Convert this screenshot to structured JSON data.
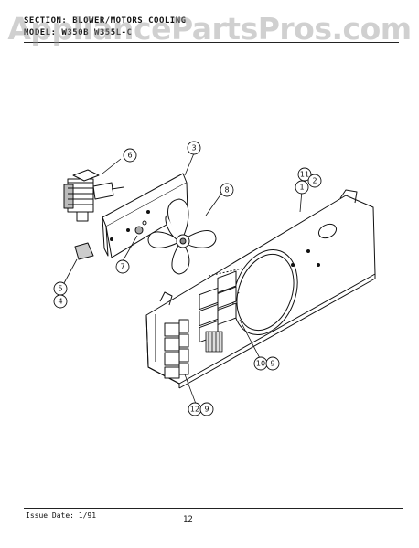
{
  "header": {
    "section_line": "SECTION:  BLOWER/MOTORS   COOLING",
    "model_line": "MODEL:  W350B   W355L-C"
  },
  "watermark": "AppliancePartsPros.com",
  "callouts": {
    "c1": "1",
    "c2": "2",
    "c3": "3",
    "c4": "4",
    "c5": "5",
    "c6": "6",
    "c7": "7",
    "c8": "8",
    "c9a": "9",
    "c9b": "9",
    "c10": "10",
    "c11": "11",
    "c12": "12"
  },
  "footer": {
    "issue": "Issue Date: 1/91",
    "page": "12"
  }
}
